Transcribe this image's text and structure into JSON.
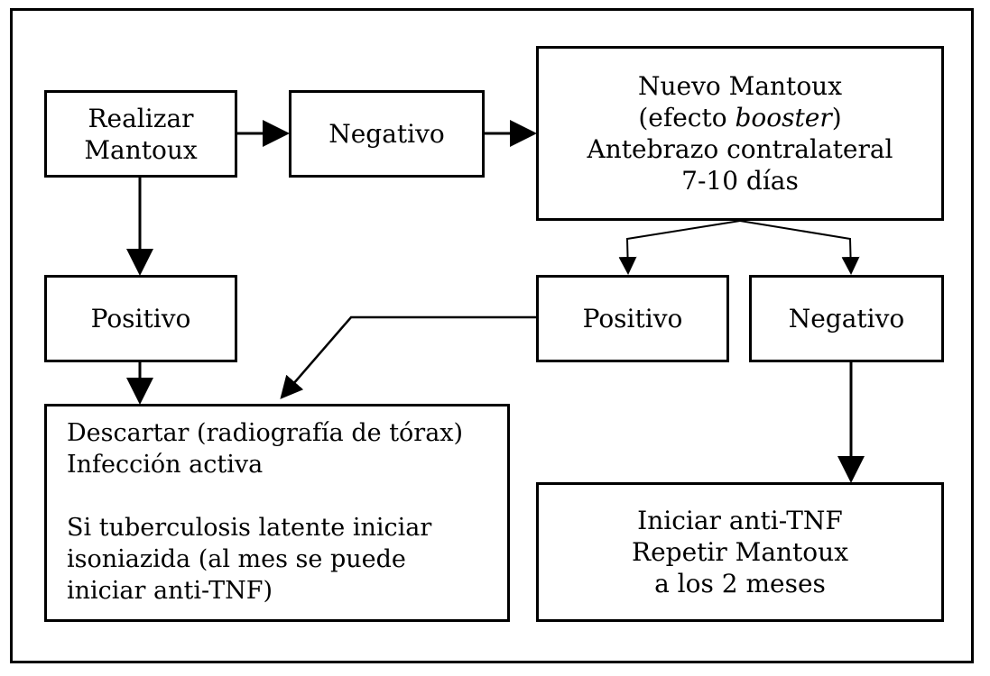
{
  "nodes": {
    "realizar_mantoux": {
      "lines": [
        "Realizar",
        "Mantoux"
      ]
    },
    "negativo_1": {
      "lines": [
        "Negativo"
      ]
    },
    "nuevo_mantoux": {
      "line1": "Nuevo Mantoux",
      "line2_pre": "(efecto ",
      "line2_em": "booster",
      "line2_post": ")",
      "line3": "Antebrazo contralateral",
      "line4": "7-10 días"
    },
    "positivo_1": {
      "lines": [
        "Positivo"
      ]
    },
    "positivo_2": {
      "lines": [
        "Positivo"
      ]
    },
    "negativo_2": {
      "lines": [
        "Negativo"
      ]
    },
    "descartar": {
      "lines": [
        "Descartar (radiografía de tórax)",
        "Infección activa",
        "",
        "Si tuberculosis latente iniciar",
        "isoniazida (al mes se puede",
        "iniciar anti-TNF)"
      ]
    },
    "iniciar_anti_tnf": {
      "lines": [
        "Iniciar anti-TNF",
        "Repetir Mantoux",
        "a los 2 meses"
      ]
    }
  }
}
